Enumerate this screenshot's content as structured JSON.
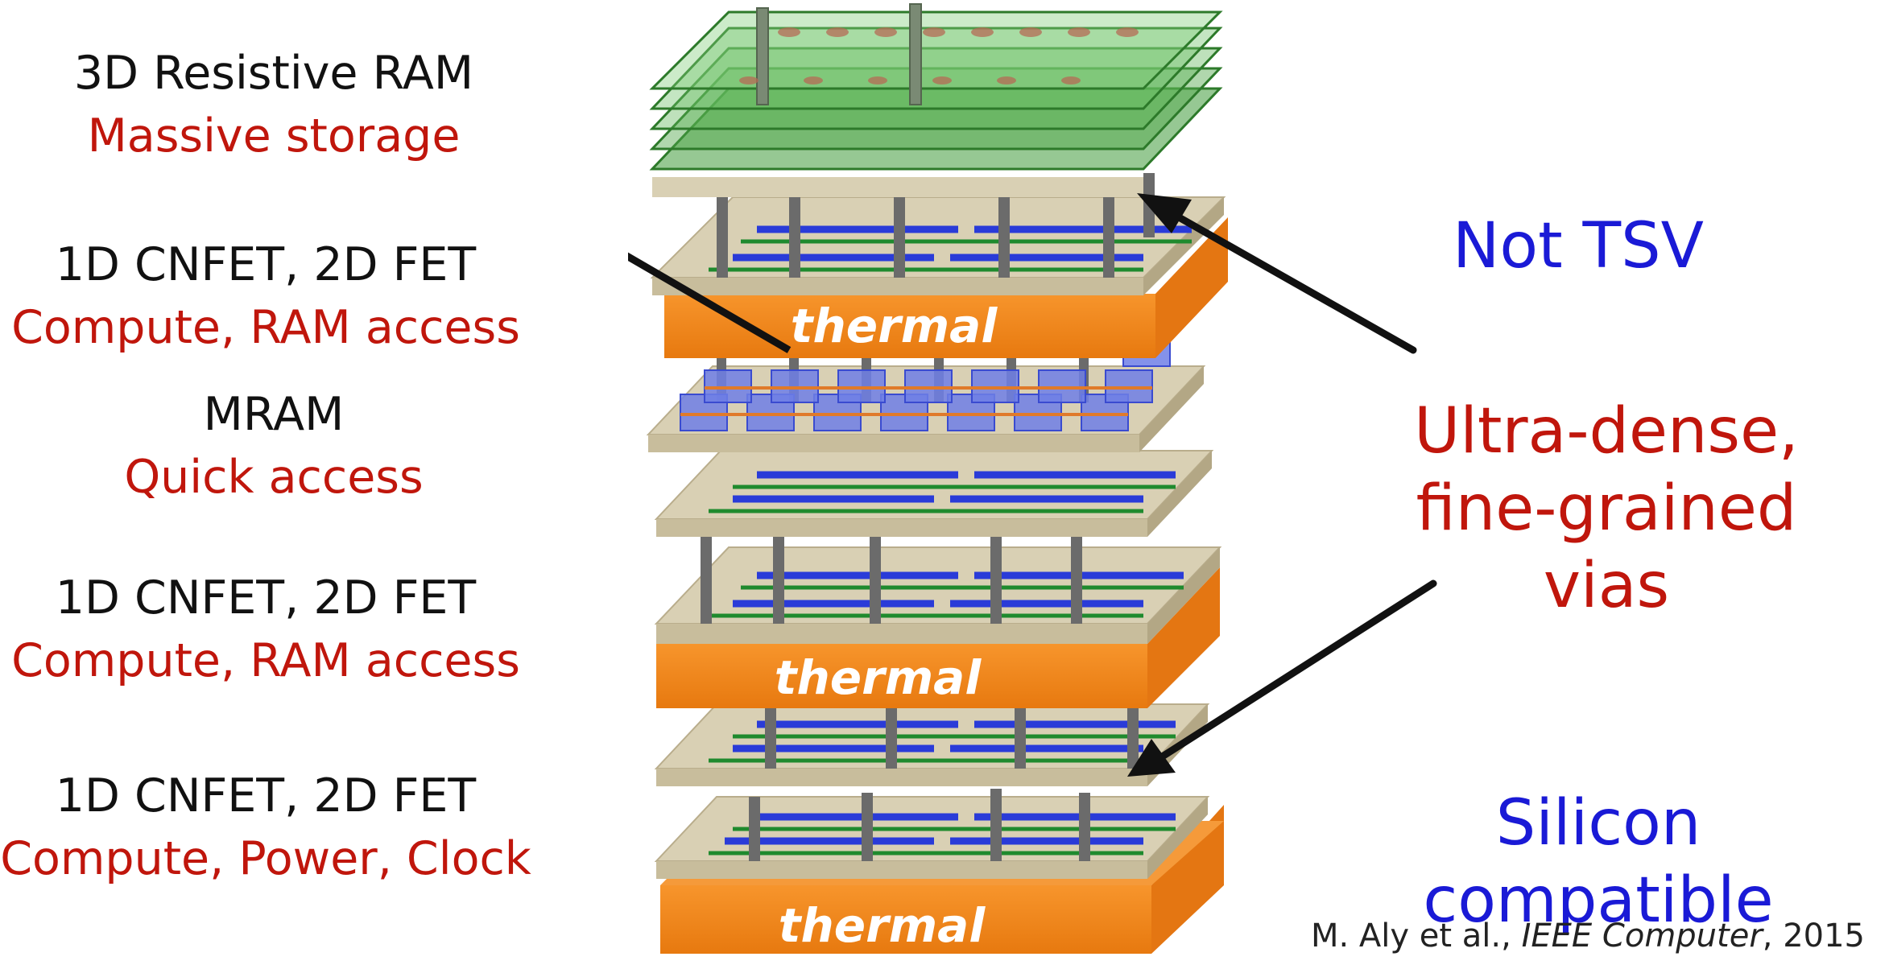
{
  "layers": [
    {
      "name": "3D Resistive RAM",
      "role": "Massive storage"
    },
    {
      "name": "1D CNFET, 2D FET",
      "role": "Compute, RAM access"
    },
    {
      "name": "MRAM",
      "role": "Quick access"
    },
    {
      "name": "1D CNFET, 2D FET",
      "role": "Compute, RAM access"
    },
    {
      "name": "1D CNFET, 2D FET",
      "role": "Compute, Power, Clock"
    }
  ],
  "thermal_label": "thermal",
  "callouts": {
    "not_tsv": "Not TSV",
    "vias_line1": "Ultra-dense,",
    "vias_line2": "fine-grained vias",
    "silicon": "Silicon compatible"
  },
  "citation": {
    "authors": "M. Aly et al., ",
    "journal": "IEEE Computer",
    "year": ", 2015"
  },
  "colors": {
    "black_text": "#111111",
    "red_text": "#c0160c",
    "blue_text": "#1a1ad6",
    "thermal": "#f2861a",
    "substrate": "#d9d0b4",
    "rram": "#4fa64a",
    "mram": "#6f7fe6"
  }
}
